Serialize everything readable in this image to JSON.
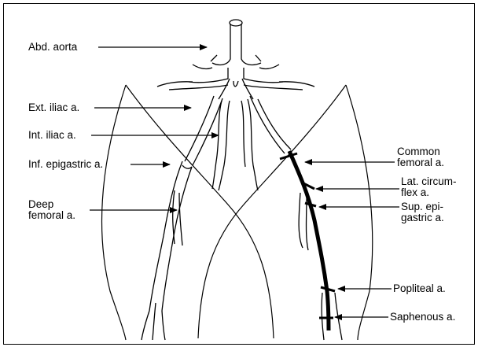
{
  "labels": {
    "abd_aorta": "Abd. aorta",
    "ext_iliac": "Ext. iliac a.",
    "int_iliac": "Int. iliac a.",
    "inf_epigastric": "Inf. epigastric a.",
    "deep_femoral": "Deep\nfemoral a.",
    "common_femoral": "Common\nfemoral a.",
    "lat_circumflex": "Lat. circum-\nflex a.",
    "sup_epigastric": "Sup. epi-\ngastric a.",
    "popliteal": "Popliteal a.",
    "saphenous": "Saphenous a."
  },
  "colors": {
    "line": "#000000",
    "background": "#ffffff"
  }
}
